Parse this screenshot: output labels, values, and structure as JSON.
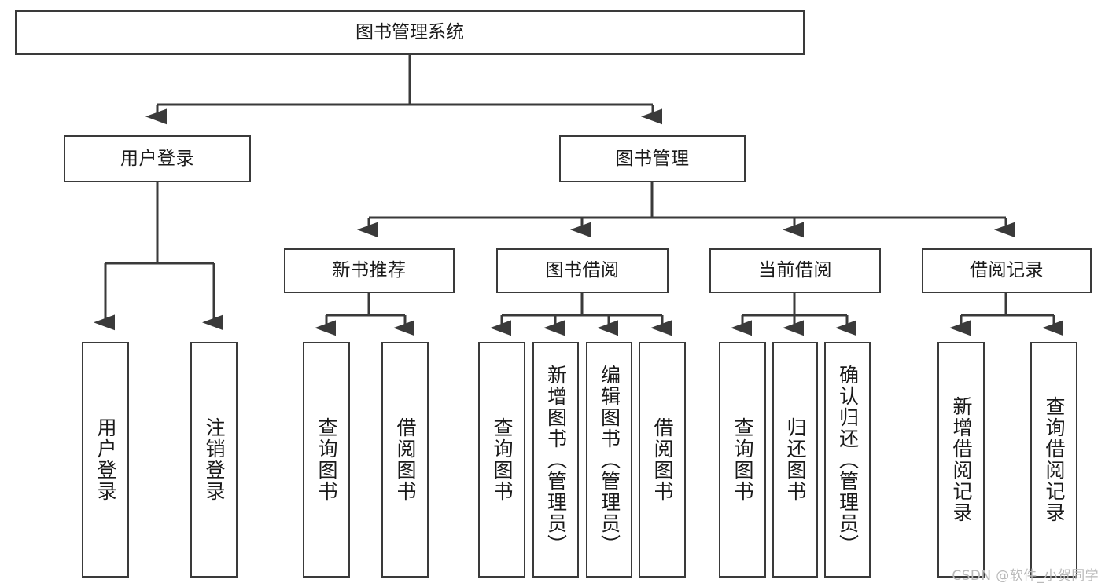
{
  "diagram": {
    "type": "tree-hierarchy-chart",
    "title": "图书管理系统",
    "watermark": "CSDN @软件_小贺同学",
    "colors": {
      "stroke": "#3a3a3a",
      "fill": "#ffffff",
      "text": "#1a1a1a",
      "watermark": "#b9b9b9"
    },
    "nodes": {
      "root": {
        "label": "图书管理系统"
      },
      "level2": [
        {
          "label": "用户登录"
        },
        {
          "label": "图书管理"
        }
      ],
      "level3": [
        {
          "label": "新书推荐"
        },
        {
          "label": "图书借阅"
        },
        {
          "label": "当前借阅"
        },
        {
          "label": "借阅记录"
        }
      ],
      "leaves": {
        "user_login": [
          {
            "label": "用户登录"
          },
          {
            "label": "注销登录"
          }
        ],
        "new_book_recommend": [
          {
            "label": "查询图书"
          },
          {
            "label": "借阅图书"
          }
        ],
        "book_borrow": [
          {
            "label": "查询图书"
          },
          {
            "label": "新增图书（管理员）"
          },
          {
            "label": "编辑图书（管理员）"
          },
          {
            "label": "借阅图书"
          }
        ],
        "current_borrow": [
          {
            "label": "查询图书"
          },
          {
            "label": "归还图书"
          },
          {
            "label": "确认归还（管理员）"
          }
        ],
        "borrow_record": [
          {
            "label": "新增借阅记录"
          },
          {
            "label": "查询借阅记录"
          }
        ]
      }
    }
  }
}
